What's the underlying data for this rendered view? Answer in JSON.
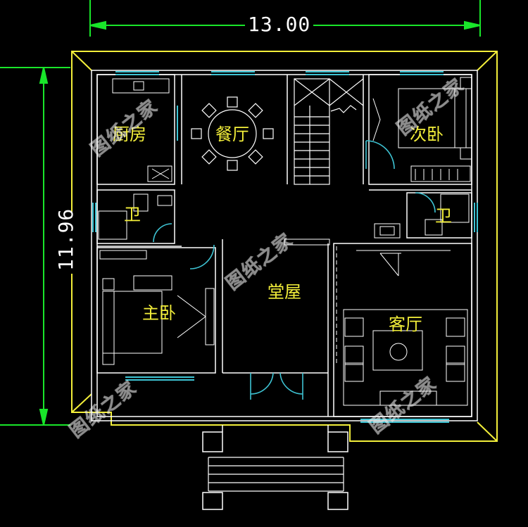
{
  "dimensions": {
    "width": "13.00",
    "height": "11.96"
  },
  "rooms": {
    "kitchen": "厨房",
    "dining": "餐厅",
    "second_bedroom": "次卧",
    "bathroom_left": "卫",
    "bathroom_right": "卫",
    "master_bedroom": "主卧",
    "main_hall": "堂屋",
    "living_room": "客厅"
  },
  "watermark": "图纸之家",
  "colors": {
    "wall": "#ffffff",
    "outline": "#f3ef3a",
    "window": "#3ec4d4",
    "dimension": "#19e62a",
    "label": "#f3ef3a"
  }
}
